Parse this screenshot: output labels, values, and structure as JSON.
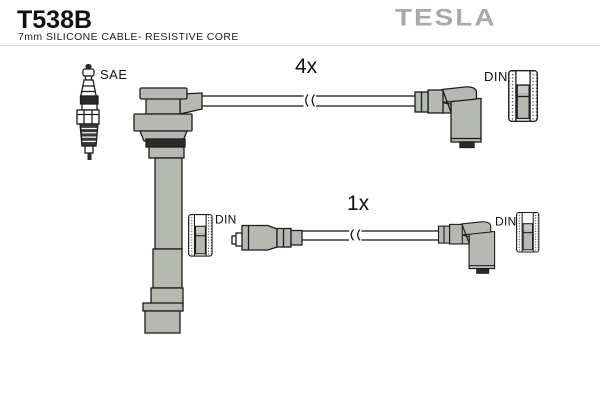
{
  "header": {
    "part_number": "T538B",
    "description": "7mm SILICONE CABLE- RESISTIVE CORE",
    "brand_logo": "TESLA"
  },
  "diagram": {
    "row1": {
      "quantity": "4x",
      "left_terminal_standard": "SAE",
      "right_terminal_standard": "DIN"
    },
    "row2": {
      "quantity": "1x",
      "left_terminal_standard": "DIN",
      "right_terminal_standard": "DIN"
    }
  },
  "icons": {
    "spark_plug": "spark-plug-icon (SAE terminal reference)",
    "din_cap": "din-connector-cross-section-icon",
    "cable_break": "cable-length-break-mark"
  },
  "colors": {
    "background": "#ffffff",
    "boot_fill": "#b5b9b2",
    "outline": "#1c1c1c",
    "dark_band": "#2b2b2b",
    "logo_gray": "#a6aba3",
    "rule_line": "#d9d9d6"
  }
}
